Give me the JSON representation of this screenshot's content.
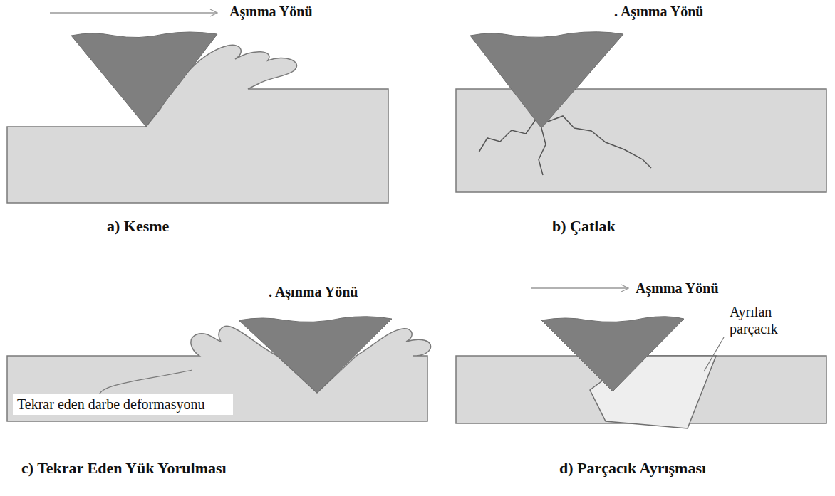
{
  "diagram": {
    "labels": [
      "Aşınma Yönü",
      "a) Kesme",
      ". Aşınma Yönü",
      "b) Çatlak",
      ". Aşınma Yönü",
      "Tekrar eden darbe deformasyonu",
      "c) Tekrar Eden Yük Yorulması",
      "Aşınma Yönü",
      "Ayrılan parçacık",
      "d) Parçacık Ayrışması"
    ]
  }
}
